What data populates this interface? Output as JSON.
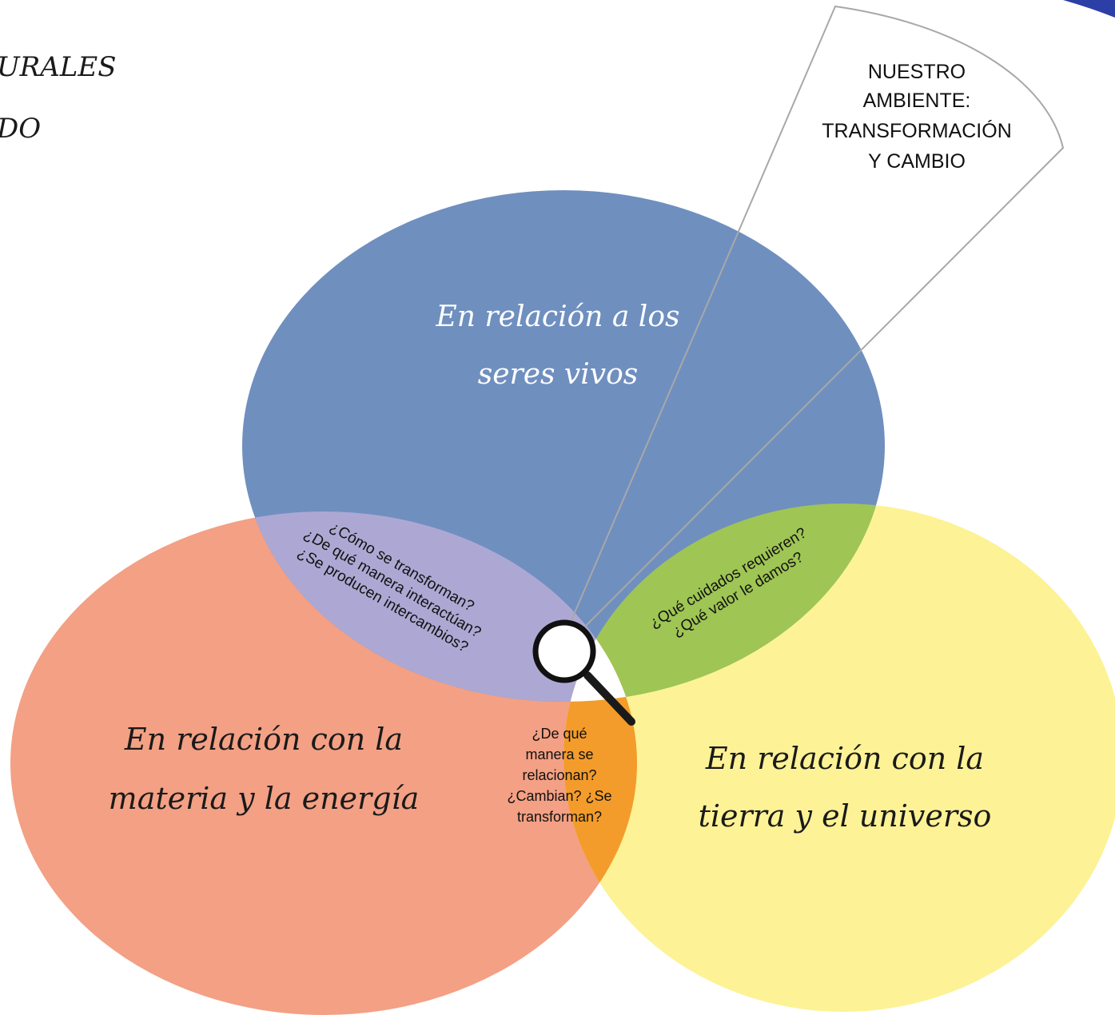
{
  "title": {
    "line1": "URALES",
    "line2": "DO"
  },
  "circles": {
    "top": {
      "label_lines": [
        "En relación a los",
        "seres vivos"
      ],
      "color": "#6f8fbf"
    },
    "left": {
      "label_lines": [
        "En relación con la",
        "materia y la energía"
      ],
      "color": "#f3a084"
    },
    "right": {
      "label_lines": [
        "En relación con la",
        "tierra y el universo"
      ],
      "color": "#fdf295"
    }
  },
  "intersections": {
    "top_left": {
      "lines": [
        "¿Cómo se transforman?",
        "¿De qué manera interactúan?",
        "¿Se producen intercambios?"
      ],
      "color": "#ada8d3"
    },
    "top_right": {
      "lines": [
        "¿Qué cuidados requieren?",
        "¿Qué valor le damos?"
      ],
      "color": "#9fc554"
    },
    "left_right": {
      "lines": [
        "¿De qué",
        "manera se",
        "relacionan?",
        "¿Cambian? ¿Se",
        "transforman?"
      ],
      "color": "#f39c2b"
    }
  },
  "callout": {
    "lines": [
      "NUESTRO",
      "AMBIENTE:",
      "TRANSFORMACIÓN",
      "Y CAMBIO"
    ]
  },
  "icons": {
    "magnifier": "magnifying-glass-icon"
  },
  "accent_color": "#2b3fa7"
}
